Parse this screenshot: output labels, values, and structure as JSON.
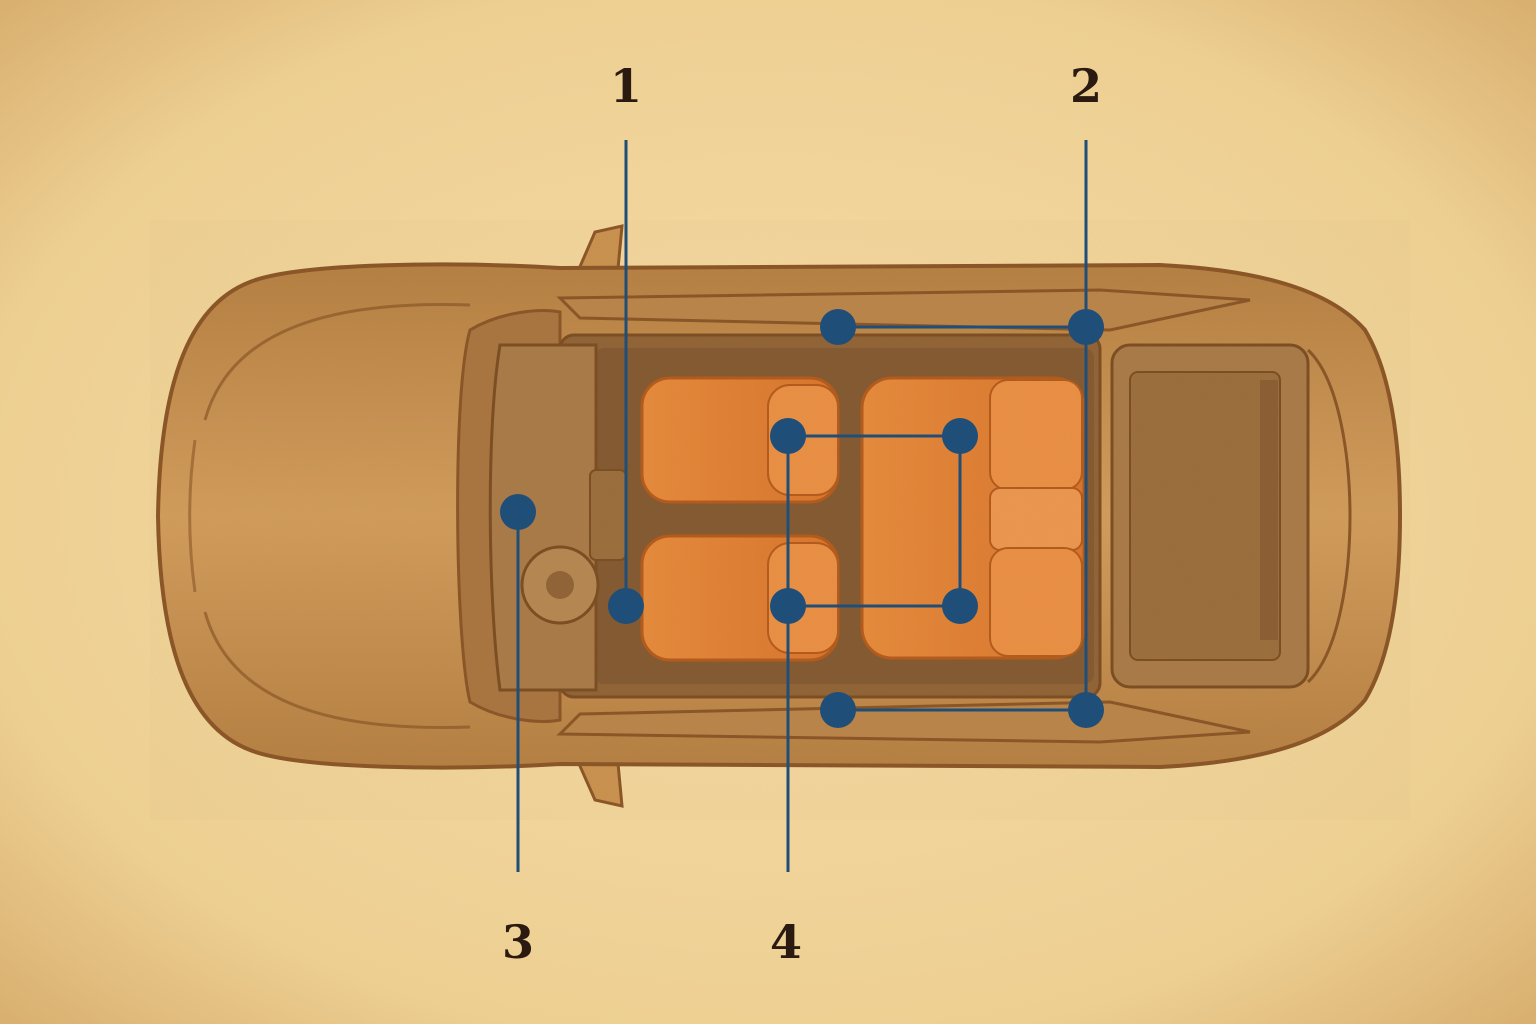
{
  "colors": {
    "paper": "#f0d49a",
    "car_body": "#c8914f",
    "car_outline": "#8a5526",
    "interior": "#9a6b3a",
    "seats": "#e07a30",
    "callout": "#1f4e78",
    "label_text": "#2b1a10"
  },
  "callouts": [
    {
      "id": "1",
      "label": "1",
      "target": "steering-wheel"
    },
    {
      "id": "2",
      "label": "2",
      "target": "side-rails"
    },
    {
      "id": "3",
      "label": "3",
      "target": "front-console"
    },
    {
      "id": "4",
      "label": "4",
      "target": "seats"
    }
  ]
}
